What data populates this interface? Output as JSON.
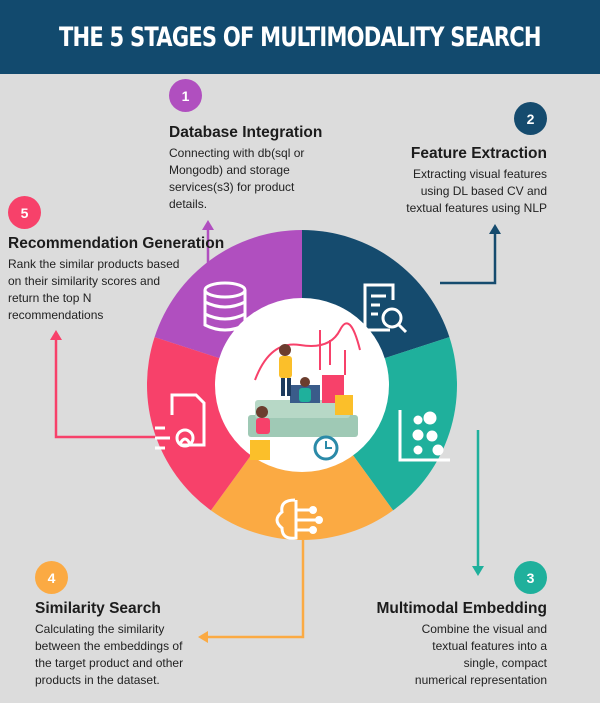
{
  "title": "THE 5 STAGES OF MULTIMODALITY SEARCH",
  "stages": [
    {
      "number": "1",
      "title": "Database Integration",
      "description": "Connecting with db(sql or Mongodb) and storage services(s3) for product details.",
      "color": "#b04fbf",
      "icon": "database-icon"
    },
    {
      "number": "2",
      "title": "Feature Extraction",
      "description": "Extracting visual features using  DL based CV and textual features using NLP",
      "color": "#154b6e",
      "icon": "document-search-icon"
    },
    {
      "number": "3",
      "title": "Multimodal Embedding",
      "description": "Combine the visual and textual features into a single, compact numerical representation",
      "color": "#1fb09c",
      "icon": "scatter-plot-icon"
    },
    {
      "number": "4",
      "title": "Similarity Search",
      "description": "Calculating the similarity between the embeddings of the target product and other products in the dataset.",
      "color": "#fbaa43",
      "icon": "brain-circuit-icon"
    },
    {
      "number": "5",
      "title": "Recommendation Generation",
      "description": "Rank the similar products based on their similarity scores and return the top N recommendations",
      "color": "#f7416a",
      "icon": "document-user-icon"
    }
  ],
  "colors": {
    "header": "#124a6e",
    "background": "#dcdcdc"
  }
}
